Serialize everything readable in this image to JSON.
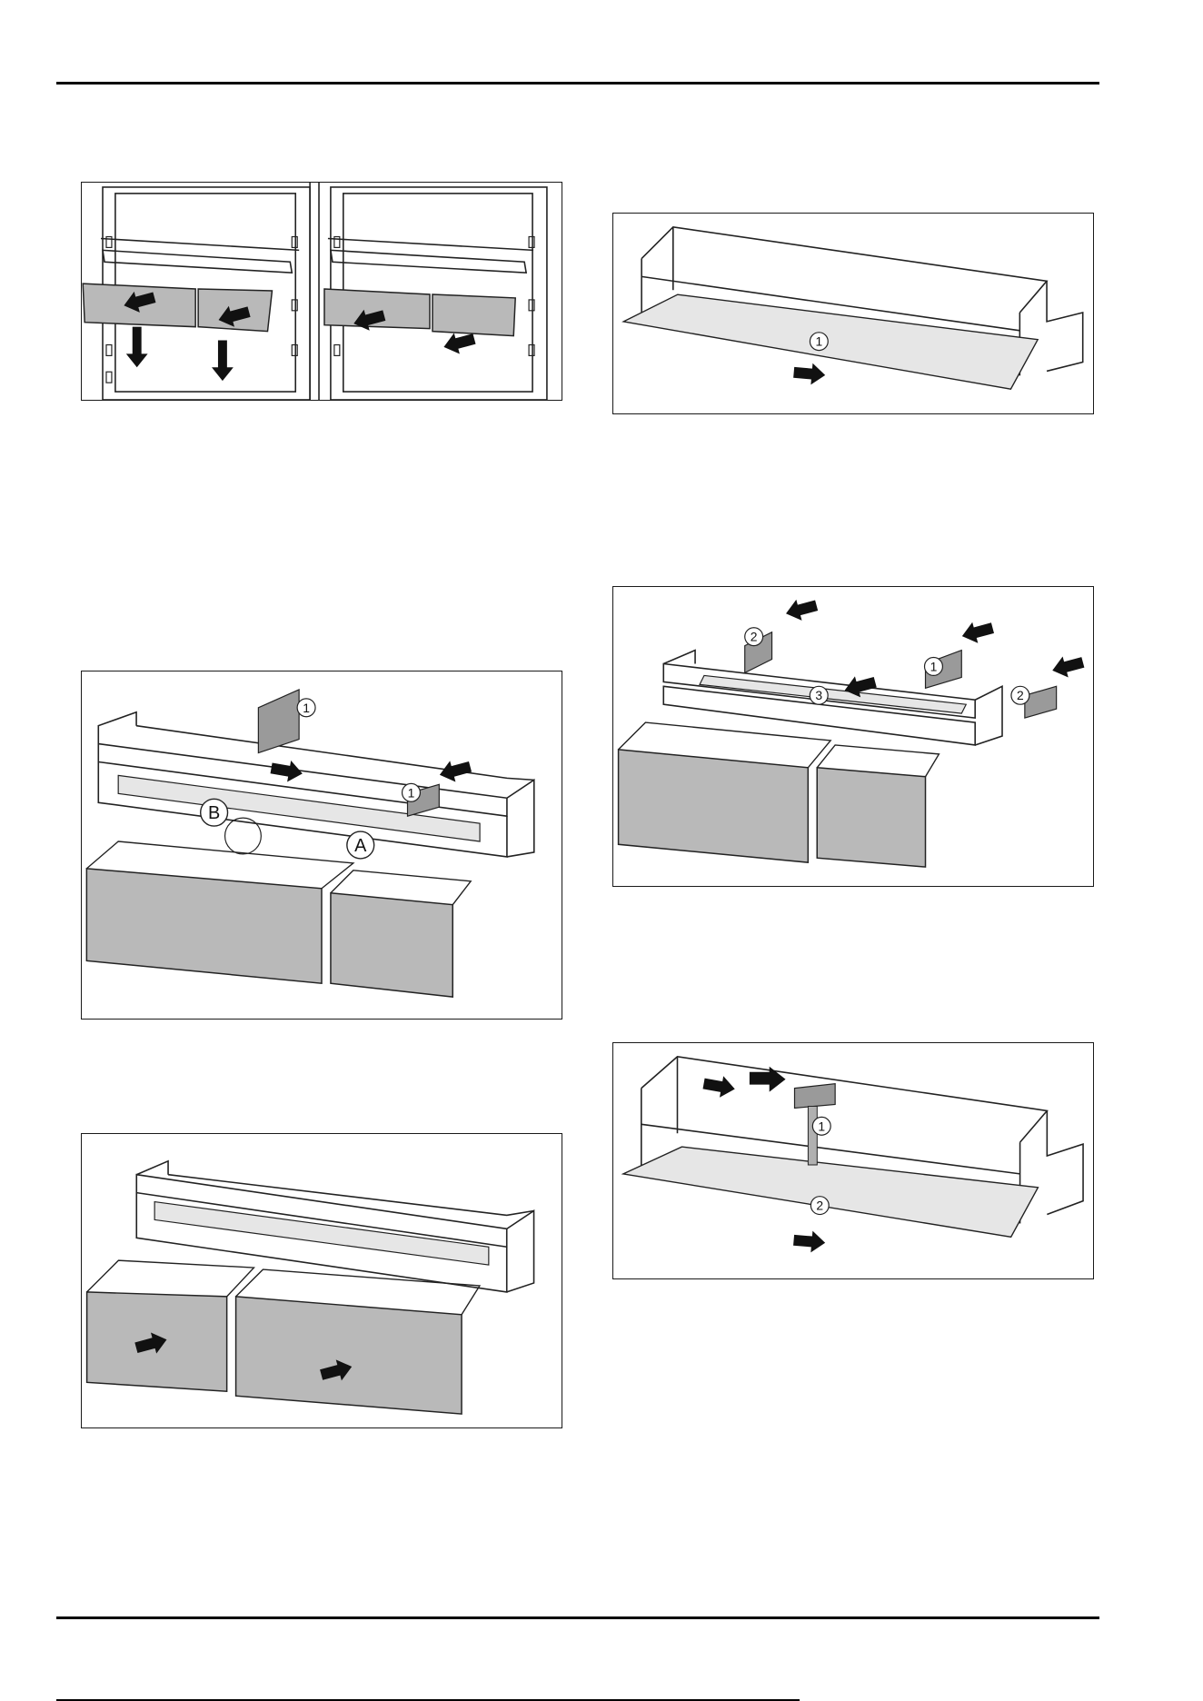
{
  "figures": {
    "fig1": {
      "callouts": []
    },
    "fig2": {
      "callouts": [
        "1",
        "1",
        "B",
        "A"
      ]
    },
    "fig3": {
      "callouts": []
    },
    "fig4": {
      "callouts": [
        "1"
      ]
    },
    "fig5": {
      "callouts": [
        "2",
        "1",
        "3",
        "2"
      ]
    },
    "fig6": {
      "callouts": [
        "1",
        "2"
      ]
    }
  },
  "colors": {
    "rule": "#000000",
    "drawer_fill": "#b9b9b9",
    "shelf_fill": "#e6e6e6",
    "frame_stroke": "#222222",
    "arrow": "#111111"
  }
}
